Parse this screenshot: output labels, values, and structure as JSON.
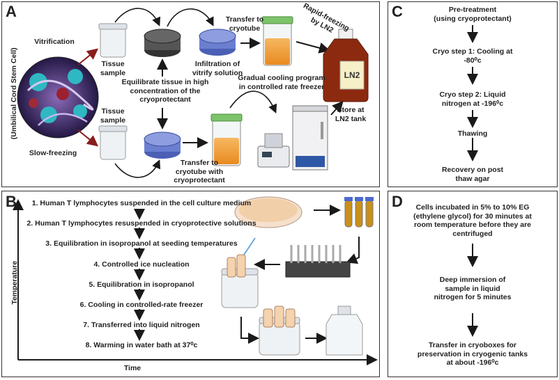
{
  "panels": {
    "a": {
      "label": "A",
      "vertical_label": "(Umbilical Cord Stem Cell)",
      "vitrification": "Vitrification",
      "slow_freezing": "Slow-freezing",
      "tissue_sample_top": "Tissue\nsample",
      "tissue_sample_bottom": "Tissue\nsample",
      "equilibrate": "Equilibrate tissue in high\nconcentration of the\ncryoprotectant",
      "infiltration": "Infiltration of\nvitrify solution",
      "transfer_cryotube": "Transfer to\ncryotube",
      "rapid_freezing": "Rapid-freezing\nby LN2",
      "ln2_label": "LN2",
      "store_ln2": "Store at\nLN2 tank",
      "gradual_cooling": "Gradual cooling program\nin controlled rate freezer",
      "transfer_cryotube_with": "Transfer to\ncryotube with\ncryoprotectant"
    },
    "b": {
      "label": "B",
      "y_axis": "Temperature",
      "x_axis": "Time",
      "steps": [
        "1. Human T lymphocytes suspended in the cell culture medium",
        "2. Human T lymphocytes resuspended in cryoprotective solutions",
        "3. Equilibration in isopropanol at seeding temperatures",
        "4. Controlled ice nucleation",
        "5. Equilibration in isopropanol",
        "6. Cooling in controlled-rate freezer",
        "7. Transferred into liquid nitrogen",
        "8. Warming in water bath at 37⁰c"
      ]
    },
    "c": {
      "label": "C",
      "steps": [
        "Pre-treatment\n(using cryoprotectant)",
        "Cryo step 1: Cooling at\n-80⁰c",
        "Cryo step 2: Liquid\nnitrogen at -196⁰c",
        "Thawing",
        "Recovery on post\nthaw agar"
      ]
    },
    "d": {
      "label": "D",
      "steps": [
        "Cells incubated in 5% to 10% EG\n(ethylene glycol) for 30 minutes at\nroom temperature before they are\ncentrifuged",
        "Deep immersion of\nsample in liquid\nnitrogen for 5 minutes",
        "Transfer in cryoboxes for\npreservation in cryogenic tanks\nat about -196⁰c"
      ]
    }
  },
  "colors": {
    "arrow": "#1a1a1a",
    "red_arrow": "#8b1c1c",
    "orange_liquid": "#f0a040",
    "blue_dish": "#6b7fd0",
    "dark_dish": "#444444",
    "ln2_red": "#8c2a10",
    "cell_cyan": "#30b8c0",
    "bg_purple": "#3a2a60"
  }
}
